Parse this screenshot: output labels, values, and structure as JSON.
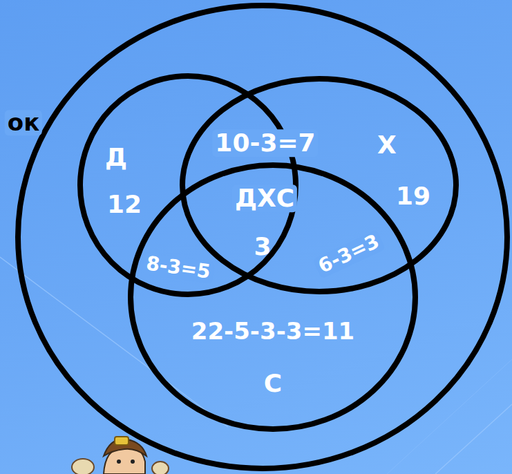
{
  "diagram": {
    "nodes": [
      {
        "text": [
          "Д",
          "12"
        ]
      },
      {
        "text": [
          "Х",
          "19"
        ]
      },
      {
        "text": [
          "22-5-3-3=11",
          "С"
        ]
      }
    ],
    "labels": [
      "ок",
      "10-3=7",
      "ДХС",
      "3",
      "8-3=5",
      "6-3=3"
    ]
  }
}
